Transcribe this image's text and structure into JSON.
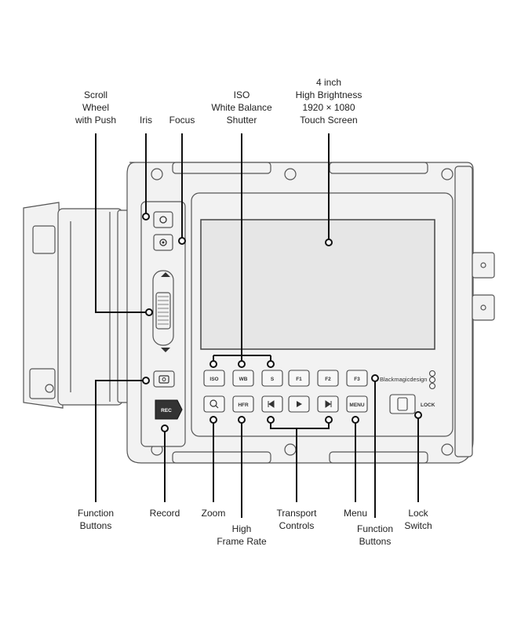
{
  "callouts_top": {
    "scroll_wheel": "Scroll\nWheel\nwith Push",
    "iris": "Iris",
    "focus": "Focus",
    "iso_wb_shutter": "ISO\nWhite Balance\nShutter",
    "touch_screen": "4 inch\nHigh Brightness\n1920 × 1080\nTouch Screen"
  },
  "callouts_bottom": {
    "function_buttons_left": "Function\nButtons",
    "record": "Record",
    "zoom": "Zoom",
    "high_frame_rate": "High\nFrame Rate",
    "transport_controls": "Transport\nControls",
    "menu": "Menu",
    "function_buttons_right": "Function\nButtons",
    "lock_switch": "Lock\nSwitch"
  },
  "camera": {
    "brand": "Blackmagicdesign",
    "lock_label": "LOCK",
    "rec_label": "REC",
    "buttons_row1": [
      "ISO",
      "WB",
      "S",
      "F1",
      "F2",
      "F3"
    ],
    "buttons_row2": [
      "HFR",
      "MENU"
    ]
  }
}
